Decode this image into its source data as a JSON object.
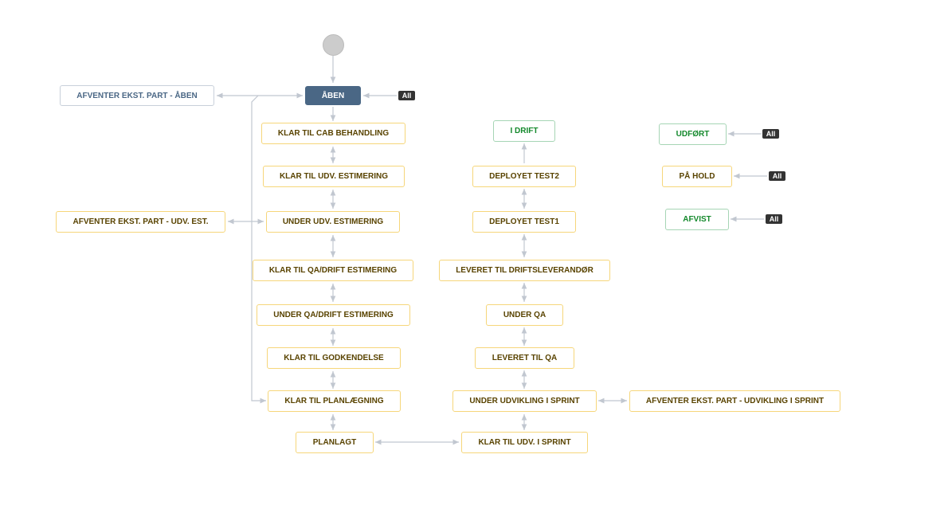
{
  "diagram": {
    "colors": {
      "todo_border": "#c8d0da",
      "todo_text": "#4a6785",
      "inprogress_border": "#f6d67a",
      "inprogress_text": "#594300",
      "done_border": "#a6d5b5",
      "done_text": "#14892c",
      "current_fill": "#4a6785",
      "line": "#c1c7d0"
    },
    "statuses": {
      "aaben": "ÅBEN",
      "afv_aaben": "AFVENTER EKST. PART - ÅBEN",
      "klar_cab": "KLAR TIL CAB BEHANDLING",
      "klar_udv_est": "KLAR TIL UDV. ESTIMERING",
      "under_udv_est": "UNDER UDV. ESTIMERING",
      "afv_udv_est": "AFVENTER EKST. PART - UDV. EST.",
      "klar_qa_est": "KLAR TIL QA/DRIFT ESTIMERING",
      "under_qa_est": "UNDER QA/DRIFT ESTIMERING",
      "klar_godk": "KLAR TIL GODKENDELSE",
      "klar_plan": "KLAR TIL PLANLÆGNING",
      "planlagt": "PLANLAGT",
      "i_drift": "I DRIFT",
      "dep_test2": "DEPLOYET TEST2",
      "dep_test1": "DEPLOYET TEST1",
      "lev_drift": "LEVERET TIL DRIFTSLEVERANDØR",
      "under_qa": "UNDER QA",
      "lev_qa": "LEVERET TIL QA",
      "under_sprint": "UNDER UDVIKLING I SPRINT",
      "afv_sprint": "AFVENTER EKST. PART - UDVIKLING I SPRINT",
      "klar_sprint": "KLAR TIL UDV. I SPRINT",
      "udfoert": "UDFØRT",
      "paa_hold": "PÅ HOLD",
      "afvist": "AFVIST"
    },
    "global_label": "All"
  }
}
